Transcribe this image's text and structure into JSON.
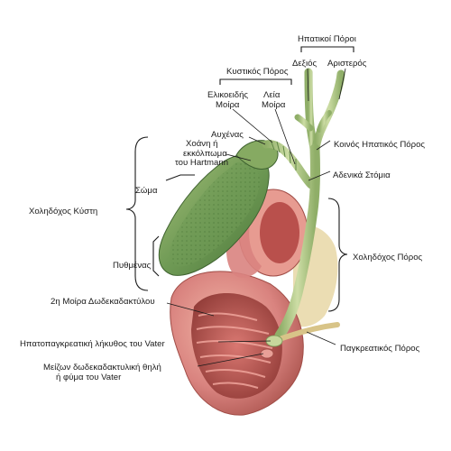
{
  "labels": {
    "hepatic_ducts": "Ηπατικοί Πόροι",
    "right": "Δεξιός",
    "left": "Αριστερός",
    "cystic_duct": "Κυστικός Πόρος",
    "spiral_part_1": "Ελικοειδής",
    "spiral_part_2": "Μοίρα",
    "smooth_part_1": "Λεία",
    "smooth_part_2": "Μοίρα",
    "neck": "Αυχένας",
    "infundibulum_1": "Χοάνη ή",
    "infundibulum_2": "εκκόλπωμα",
    "infundibulum_3": "του Hartmann",
    "common_hepatic_duct": "Κοινός Ηπατικός Πόρος",
    "lymph_node": "Αδενικά Στόμια",
    "body": "Σώμα",
    "gallbladder": "Χοληδόχος Κύστη",
    "common_bile_duct": "Χοληδόχος Πόρος",
    "fundus": "Πυθμένας",
    "duodenum": "2η Μοίρα Δωδεκαδακτύλου",
    "ampulla": "Ηπατοπαγκρεατική λήκυθος του Vater",
    "pancreatic_duct": "Παγκρεατικός Πόρος",
    "papilla_1": "Μείζων δωδεκαδακτυλική θηλή",
    "papilla_2": "ή φύμα του Vater"
  },
  "colors": {
    "gallbladder_green": "#6f9a55",
    "duct_green": "#b5c98a",
    "duodenum_pink": "#d9837f",
    "mucosa_red": "#b9504c",
    "pancreas_tan": "#e8d7a6"
  }
}
